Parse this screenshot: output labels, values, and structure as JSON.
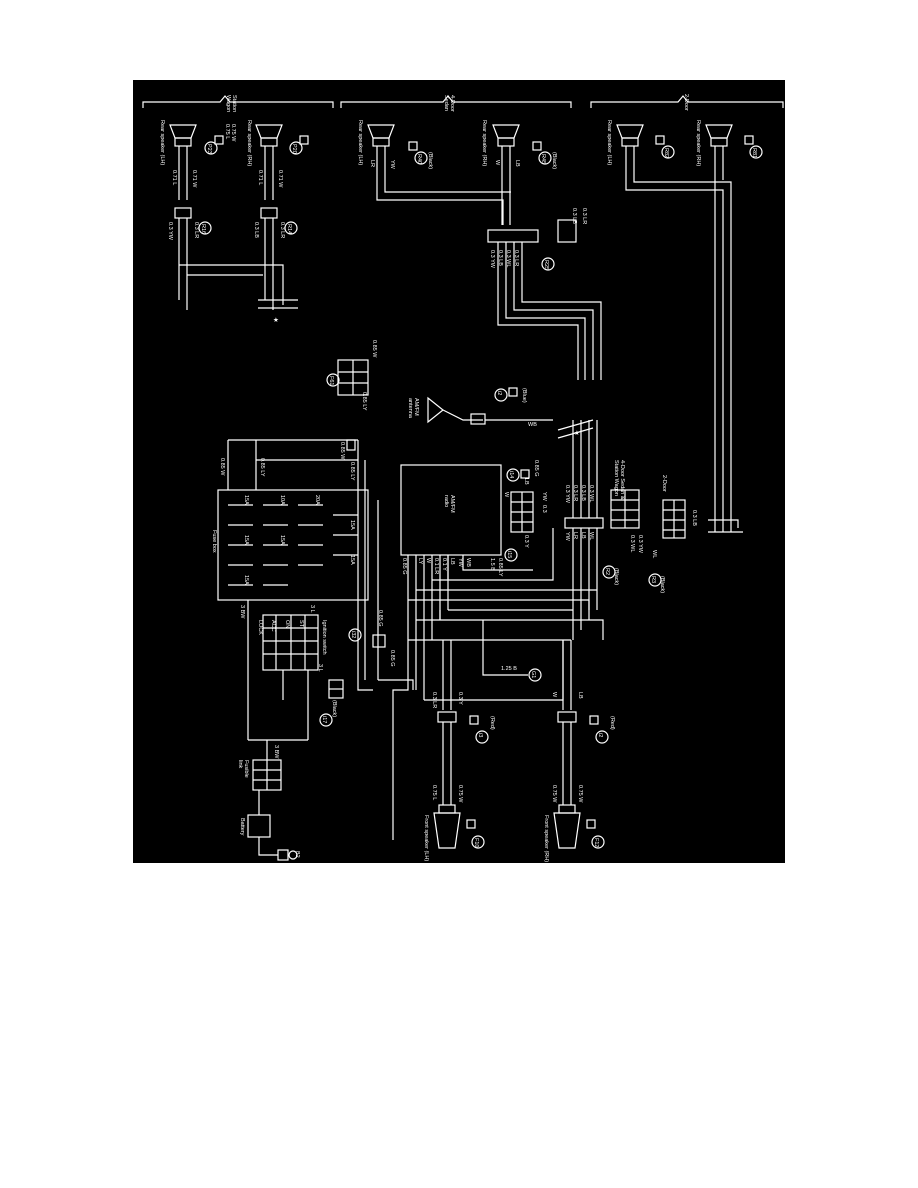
{
  "page": {
    "background": "#ffffff",
    "diagram_background": "#000000",
    "line_color": "#ffffff"
  },
  "groups": {
    "station_wagon": "Station\nWagon",
    "four_door_sedan": "4-Door\nSedan",
    "two_door": "2-Door",
    "station_wagon_1": "Station",
    "station_wagon_2": "Wagon",
    "four_door_1": "4-Door",
    "four_door_2": "Sedan"
  },
  "components": {
    "rear_speaker_lh": "Rear speaker (LH)",
    "rear_speaker_rh": "Rear speaker (RH)",
    "front_speaker_lh": "Front speaker (LH)",
    "front_speaker_rh": "Front speaker (RH)",
    "am_fm_radio": "AM/FM\nradio",
    "am_fm_radio_1": "AM/FM",
    "am_fm_radio_2": "radio",
    "am_fm_antenna": "AM/FM\nantenna",
    "am_fm_antenna_1": "AM/FM",
    "am_fm_antenna_2": "antenna",
    "fuse_box": "Fuse box",
    "ignition_switch": "Ignition switch",
    "battery": "Battery",
    "fusible_link": "Fusible\nlink",
    "fusible_link_1": "Fusible",
    "fusible_link_2": "link",
    "sedan_wagon_note": "4-Door Sedan &\nStation Wagon",
    "sedan_wagon_note_1": "4-Door Sedan &",
    "sedan_wagon_note_2": "Station Wagon",
    "two_door_note": "2-Door"
  },
  "connectors": {
    "p23": "P23",
    "p20": "P20",
    "r16": "R16",
    "r14": "R14",
    "r40": "R40",
    "r45": "R45",
    "r82": "R82",
    "r81": "R81",
    "r25": "R25",
    "f61": "F61",
    "i32": "i32",
    "i14": "i14",
    "i15": "i15",
    "i16": "i16",
    "i17": "i17",
    "i2": "i2",
    "i3": "i3",
    "f10": "F10",
    "f12": "F12",
    "r3": "R3",
    "r2": "R2",
    "b2": "B2",
    "g1": "G1"
  },
  "connector_notes": {
    "black": "(Black)",
    "red": "(Red)",
    "blue": "(Blue)"
  },
  "wires": {
    "w071l": "0.71 L",
    "w071w": "0.71 W",
    "w075l": "0.75 L",
    "w075w": "0.75 W",
    "w03yw": "0.3 YW",
    "w03lr": "0.3 LR",
    "w03lb": "0.3 LB",
    "w03wl": "0.3 WL",
    "w03y": "0.3 Y",
    "w03l": "0.3 L",
    "w03w": "0.3 W",
    "w085w": "0.85 W",
    "w085ly": "0.85 LY",
    "w085g": "0.85 G",
    "w085lyb": "0.85 LY",
    "w3bw": "3 BW",
    "w3w": "3 W",
    "w3l": "3 L",
    "w125b": "1.25 B",
    "w15b": "1.5 B",
    "w01y": "0.1 Y",
    "w01lr": "0.1 LR",
    "w03": "0.3",
    "yw": "YW",
    "lr": "LR",
    "lb": "LB",
    "wl": "WL",
    "w": "W",
    "l": "L",
    "y": "Y",
    "g": "G",
    "wb": "WB",
    "ly": "LY",
    "b": "B"
  },
  "fuse_labels": {
    "f15a": "15A",
    "f10a": "10A",
    "f20a": "20A"
  },
  "ignition": {
    "lock": "LOCK",
    "acc": "ACC",
    "on": "ON",
    "st": "ST"
  }
}
